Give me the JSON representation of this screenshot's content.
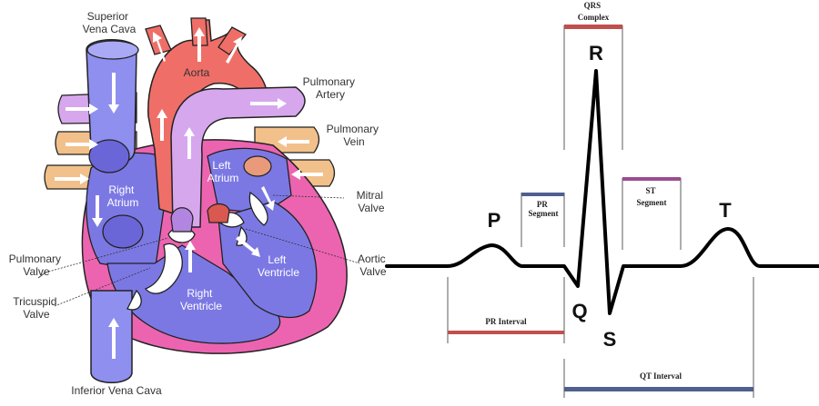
{
  "heart": {
    "superior_vena_cava": [
      "Superior",
      "Vena Cava"
    ],
    "aorta": "Aorta",
    "pulmonary_artery": [
      "Pulmonary",
      "Artery"
    ],
    "pulmonary_vein": [
      "Pulmonary",
      "Vein"
    ],
    "left_atrium": [
      "Left",
      "Atrium"
    ],
    "right_atrium": [
      "Right",
      "Atrium"
    ],
    "mitral_valve": [
      "Mitral",
      "Valve"
    ],
    "aortic_valve": [
      "Aortic",
      "Valve"
    ],
    "left_ventricle": [
      "Left",
      "Ventricle"
    ],
    "right_ventricle": [
      "Right",
      "Ventricle"
    ],
    "pulmonary_valve": [
      "Pulmonary",
      "Valve"
    ],
    "tricuspid_valve": [
      "Tricuspid",
      "Valve"
    ],
    "inferior_vena_cava": "Inferior Vena Cava"
  },
  "ecg": {
    "waves": {
      "p": "P",
      "q": "Q",
      "r": "R",
      "s": "S",
      "t": "T"
    },
    "qrs_complex": [
      "QRS",
      "Complex"
    ],
    "pr_segment": [
      "PR",
      "Segment"
    ],
    "st_segment": [
      "ST",
      "Segment"
    ],
    "pr_interval": "PR Interval",
    "qt_interval": "QT Interval"
  },
  "colors": {
    "vein_blue": "#8f8ff0",
    "aorta_red": "#ef6f68",
    "pulmonary_purple": "#d7a7ee",
    "pulmonary_vein_orange": "#f2c08a",
    "heart_wall_pink": "#ec64b0",
    "chamber_blue": "#7b78e4",
    "ecg_trace": "#000000",
    "qrs_bar": "#c0504d",
    "pr_segment_bar": "#4f5f8f",
    "st_segment_bar": "#9b4d8f",
    "pr_interval_bar": "#c0504d",
    "qt_interval_bar": "#4f5f8f"
  }
}
